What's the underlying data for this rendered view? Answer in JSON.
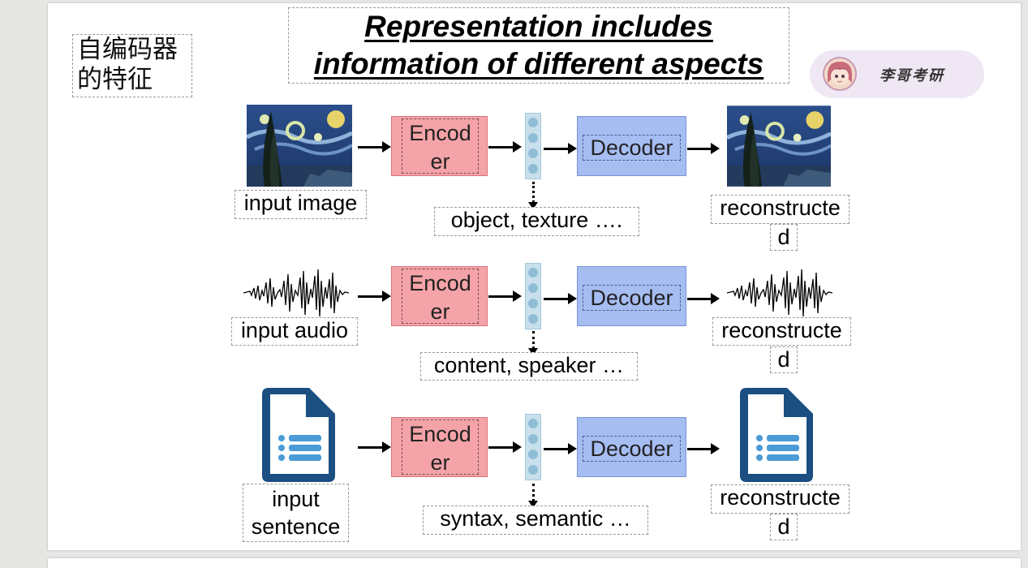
{
  "slide": {
    "cn_title_line1": "自编码器",
    "cn_title_line2": "的特征",
    "title_line1": "Representation includes",
    "title_line2": "information of different aspects",
    "badge_text": "李哥考研"
  },
  "rows": [
    {
      "input_label": "input image",
      "encoder_line1": "Encod",
      "encoder_line2": "er",
      "decoder_label": "Decoder",
      "features": "object, texture ….",
      "output_line1": "reconstructe",
      "output_line2": "d"
    },
    {
      "input_label": "input audio",
      "encoder_line1": "Encod",
      "encoder_line2": "er",
      "decoder_label": "Decoder",
      "features": "content, speaker …",
      "output_line1": "reconstructe",
      "output_line2": "d"
    },
    {
      "input_label_line1": "input",
      "input_label_line2": "sentence",
      "encoder_line1": "Encod",
      "encoder_line2": "er",
      "decoder_label": "Decoder",
      "features": "syntax, semantic …",
      "output_line1": "reconstructe",
      "output_line2": "d"
    }
  ],
  "colors": {
    "encoder_fill": "#f4a3a8",
    "decoder_fill": "#a6bdf2",
    "vector_fill": "#c9e0ec",
    "document_blue": "#1b4f82",
    "badge_bg": "#efe8f4"
  },
  "icons": [
    "starry-night-image",
    "audio-waveform",
    "document-icon",
    "avatar-icon"
  ]
}
